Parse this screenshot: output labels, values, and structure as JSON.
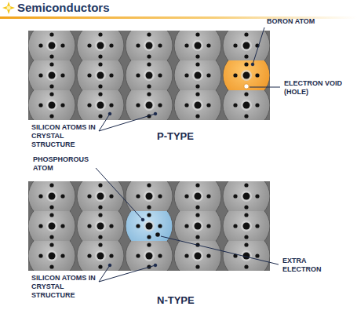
{
  "diagram": {
    "title": "Semiconductors",
    "labels": [
      "BORON ATOM",
      "ELECTRON VOID (HOLE)",
      "SILICON ATOMS IN CRYSTAL STRUCTURE",
      "P-TYPE",
      "PHOSPHOROUS ATOM",
      "EXTRA ELECTRON",
      "SILICON ATOMS IN CRYSTAL STRUCTURE",
      "N-TYPE"
    ]
  }
}
